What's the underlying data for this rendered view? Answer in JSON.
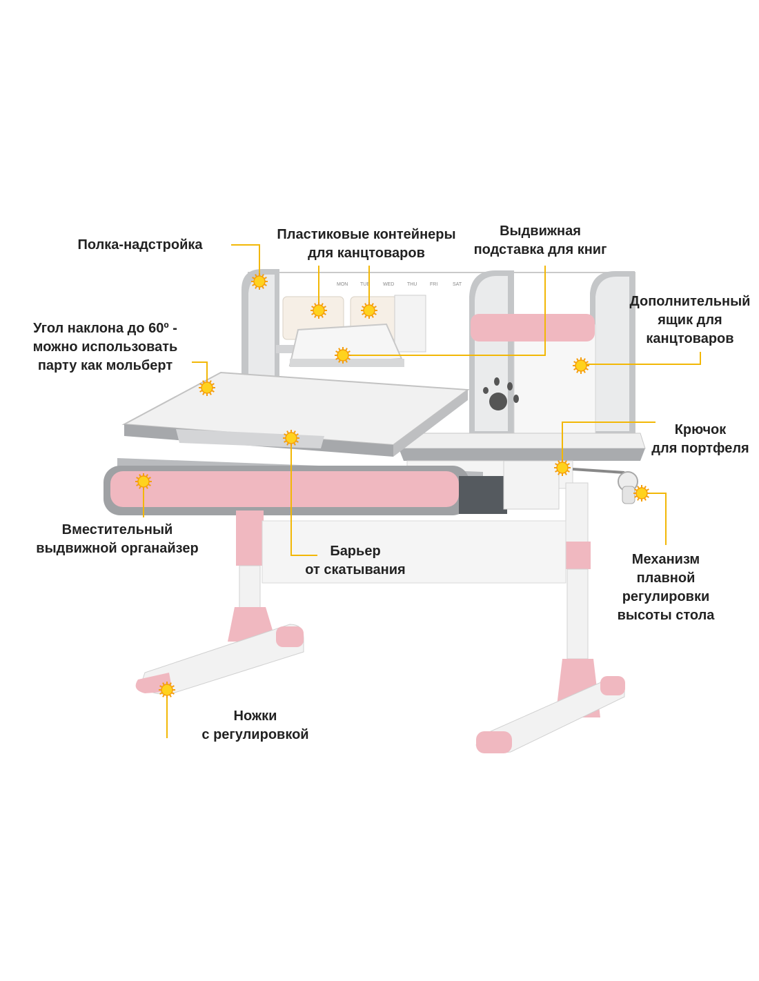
{
  "colors": {
    "accent_line": "#F2B705",
    "marker": "#FFD21E",
    "marker_ring": "#F59E0B",
    "pink": "#F0B8C0",
    "gray": "#A7A9AC",
    "white_part": "#F4F4F4"
  },
  "calendar_days": [
    "MON",
    "TUE",
    "WED",
    "THU",
    "FRI",
    "SAT"
  ],
  "callouts": {
    "shelf": "Полка-надстройка",
    "containers": "Пластиковые контейнеры\nдля канцтоваров",
    "bookstand": "Выдвижная\nподставка для книг",
    "drawer_extra": "Дополнительный\nящик для\nканцтоваров",
    "tilt": "Угол наклона до 60º -\nможно использовать\nпарту как мольберт",
    "hook": "Крючок\nдля портфеля",
    "organizer": "Вместительный\nвыдвижной органайзер",
    "barrier": "Барьер\nот скатывания",
    "mechanism": "Механизм\nплавной\nрегулировки\nвысоты стола",
    "feet": "Ножки\nс регулировкой"
  }
}
